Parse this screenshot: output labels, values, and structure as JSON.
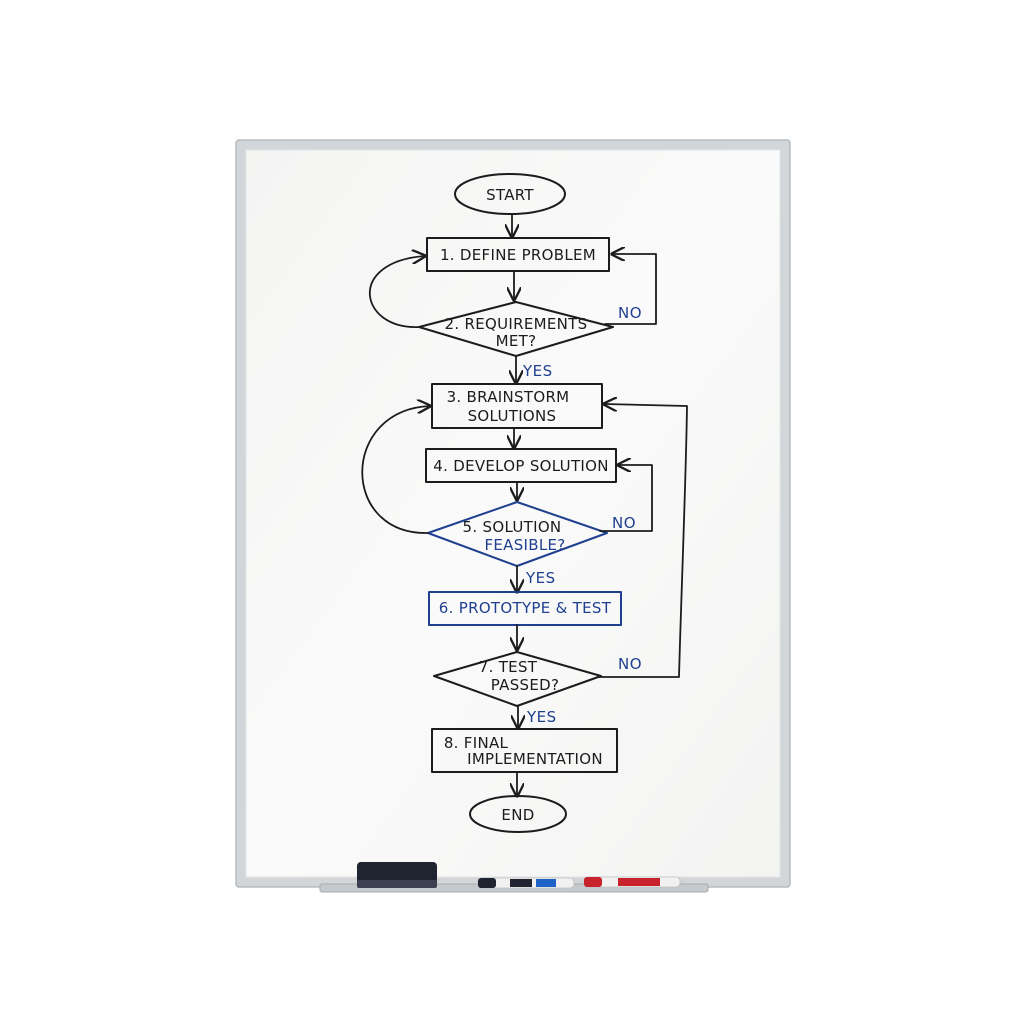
{
  "flowchart": {
    "start": "START",
    "step1": "1. DEFINE PROBLEM",
    "step2_line1": "2. REQUIREMENTS",
    "step2_line2": "MET?",
    "step3_line1": "3. BRAINSTORM",
    "step3_line2": "SOLUTIONS",
    "step4": "4. DEVELOP SOLUTION",
    "step5_line1": "5. SOLUTION",
    "step5_line2": "FEASIBLE?",
    "step6": "6. PROTOTYPE & TEST",
    "step7_line1": "7. TEST",
    "step7_line2": "PASSED?",
    "step8_line1": "8. FINAL",
    "step8_line2": "IMPLEMENTATION",
    "end": "END",
    "no_label": "NO",
    "yes_label": "YES"
  },
  "colors": {
    "ink_black": "#1c1c1c",
    "ink_blue": "#1f3f8f",
    "ink_red": "#c8232c",
    "board": "#f7f7f6",
    "frame": "#c9ccce"
  }
}
